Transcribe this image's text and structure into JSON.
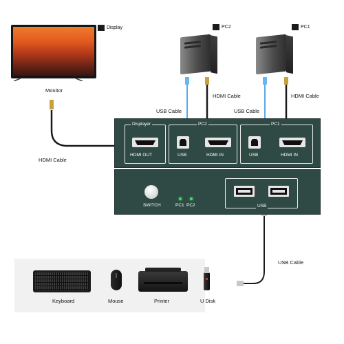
{
  "labels": {
    "display": "Display",
    "monitor": "Monitor",
    "pc1": "PC1",
    "pc2": "PC2",
    "hdmi_cable_left": "HDMI Cable",
    "hdmi_cable_pc2": "HDMI Cable",
    "hdmi_cable_pc1": "HDMI Cable",
    "usb_cable_pc2": "USB Cable",
    "usb_cable_pc1": "USB Cable",
    "usb_cable_bottom": "USB Cable"
  },
  "kvm_back": {
    "displayer": "Displayer",
    "hdmi_out": "HDMI OUT",
    "pc2_group": "PC2",
    "pc1_group": "PC1",
    "usb_pc2": "USB",
    "hdmi_in_pc2": "HDMI IN",
    "usb_pc1": "USB",
    "hdmi_in_pc1": "HDMI IN"
  },
  "kvm_front": {
    "switch": "SWITCH",
    "led_pc1": "PC1",
    "led_pc2": "PC2",
    "usb": "USB"
  },
  "devices": {
    "keyboard": "Keyboard",
    "mouse": "Mouse",
    "printer": "Printer",
    "udisk": "U Disk"
  },
  "colors": {
    "kvm_body": "#2f4a45",
    "led": "#3ee06b",
    "usb_cable": "#5aa8e8",
    "hdmi_connector": "#c9a13a"
  }
}
